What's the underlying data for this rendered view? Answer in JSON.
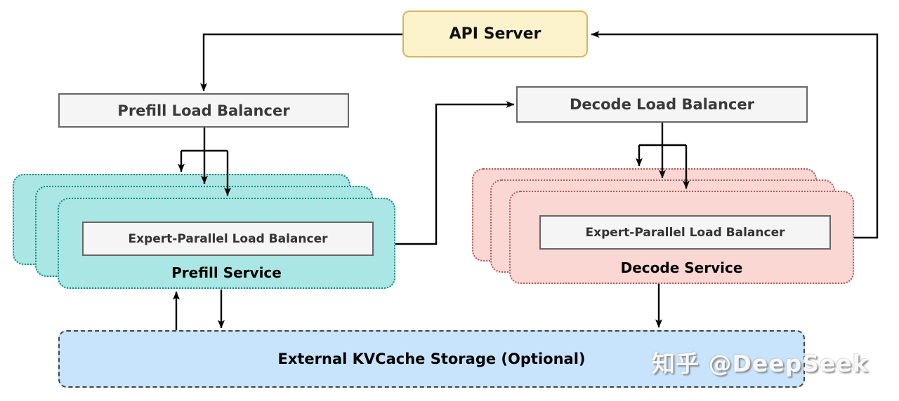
{
  "diagram": {
    "nodes": {
      "api_server": "API Server",
      "prefill_load_balancer": "Prefill Load Balancer",
      "decode_load_balancer": "Decode Load Balancer",
      "prefill_service": {
        "label": "Prefill Service",
        "eplb_label": "Expert-Parallel Load Balancer",
        "stacked_replicas": 3
      },
      "decode_service": {
        "label": "Decode Service",
        "eplb_label": "Expert-Parallel Load Balancer",
        "stacked_replicas": 3
      },
      "kvcache_storage": "External KVCache Storage (Optional)"
    },
    "edges": [
      "API Server -> Prefill Load Balancer",
      "Prefill Load Balancer -> Prefill Service (3 arrows, one per replica)",
      "Prefill Service -> Decode Load Balancer",
      "Decode Load Balancer -> Decode Service (3 arrows, one per replica)",
      "Decode Service -> API Server",
      "Prefill Service <-> External KVCache Storage (bidirectional)",
      "Decode Service -> External KVCache Storage"
    ],
    "colors": {
      "api_fill": "#FCF2CC",
      "api_border": "#D6B656",
      "lb_fill": "#F5F5F5",
      "lb_border": "#666666",
      "prefill_fill": "#A9E6E4",
      "prefill_border": "#0F8A84",
      "decode_fill": "#FBD7D4",
      "decode_border": "#B05A55",
      "kv_fill": "#C8E4FC",
      "kv_border": "#444444",
      "arrow": "#000000"
    }
  },
  "watermark": "知乎 @DeepSeek"
}
